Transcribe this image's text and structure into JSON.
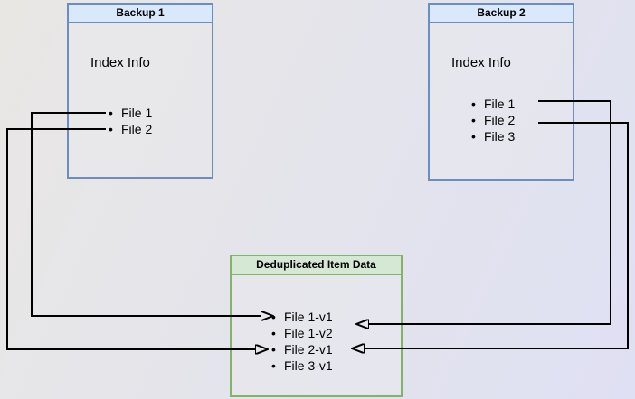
{
  "diagram": {
    "bullet": "•",
    "backup1": {
      "title": "Backup 1",
      "subtitle": "Index Info",
      "files": [
        "File 1",
        "File 2"
      ]
    },
    "backup2": {
      "title": "Backup 2",
      "subtitle": "Index Info",
      "files": [
        "File 1",
        "File 2",
        "File 3"
      ]
    },
    "dedup": {
      "title": "Deduplicated Item Data",
      "items": [
        "File 1-v1",
        "File 1-v2",
        "File 2-v1",
        "File 3-v1"
      ]
    },
    "connections": [
      {
        "from": "Backup 1 / File 1",
        "to": "File 1-v1"
      },
      {
        "from": "Backup 1 / File 2",
        "to": "File 2-v1"
      },
      {
        "from": "Backup 2 / File 1",
        "to": "File 1-v2"
      },
      {
        "from": "Backup 2 / File 2",
        "to": "File 2-v1"
      }
    ],
    "colors": {
      "backup_header_fill": "#dae8fc",
      "backup_border": "#6c8ebf",
      "dedup_header_fill": "#d5e8d4",
      "dedup_border": "#82b366",
      "connector": "#000000"
    }
  }
}
